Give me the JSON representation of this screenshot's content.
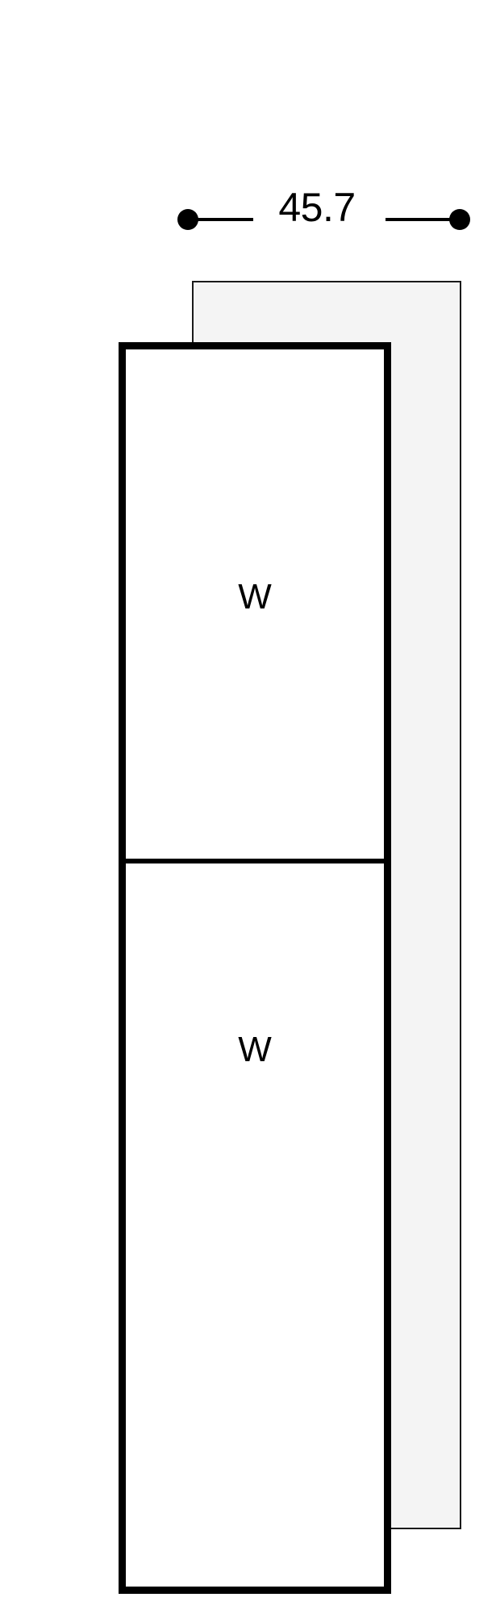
{
  "drawing": {
    "type": "elevation-diagram",
    "background_color": "#ffffff",
    "dimension": {
      "value": "45.7",
      "left_terminator": "dot",
      "right_terminator": "dot",
      "line_color": "#000000",
      "orientation": "horizontal",
      "position": "above"
    },
    "backing_panel": {
      "fill_color": "#f4f4f4",
      "stroke_color": "#1a1a1a"
    },
    "cabinet": {
      "fill_color": "#ffffff",
      "stroke_color": "#000000",
      "panels": [
        {
          "label": "W"
        },
        {
          "label": "W"
        }
      ]
    }
  }
}
